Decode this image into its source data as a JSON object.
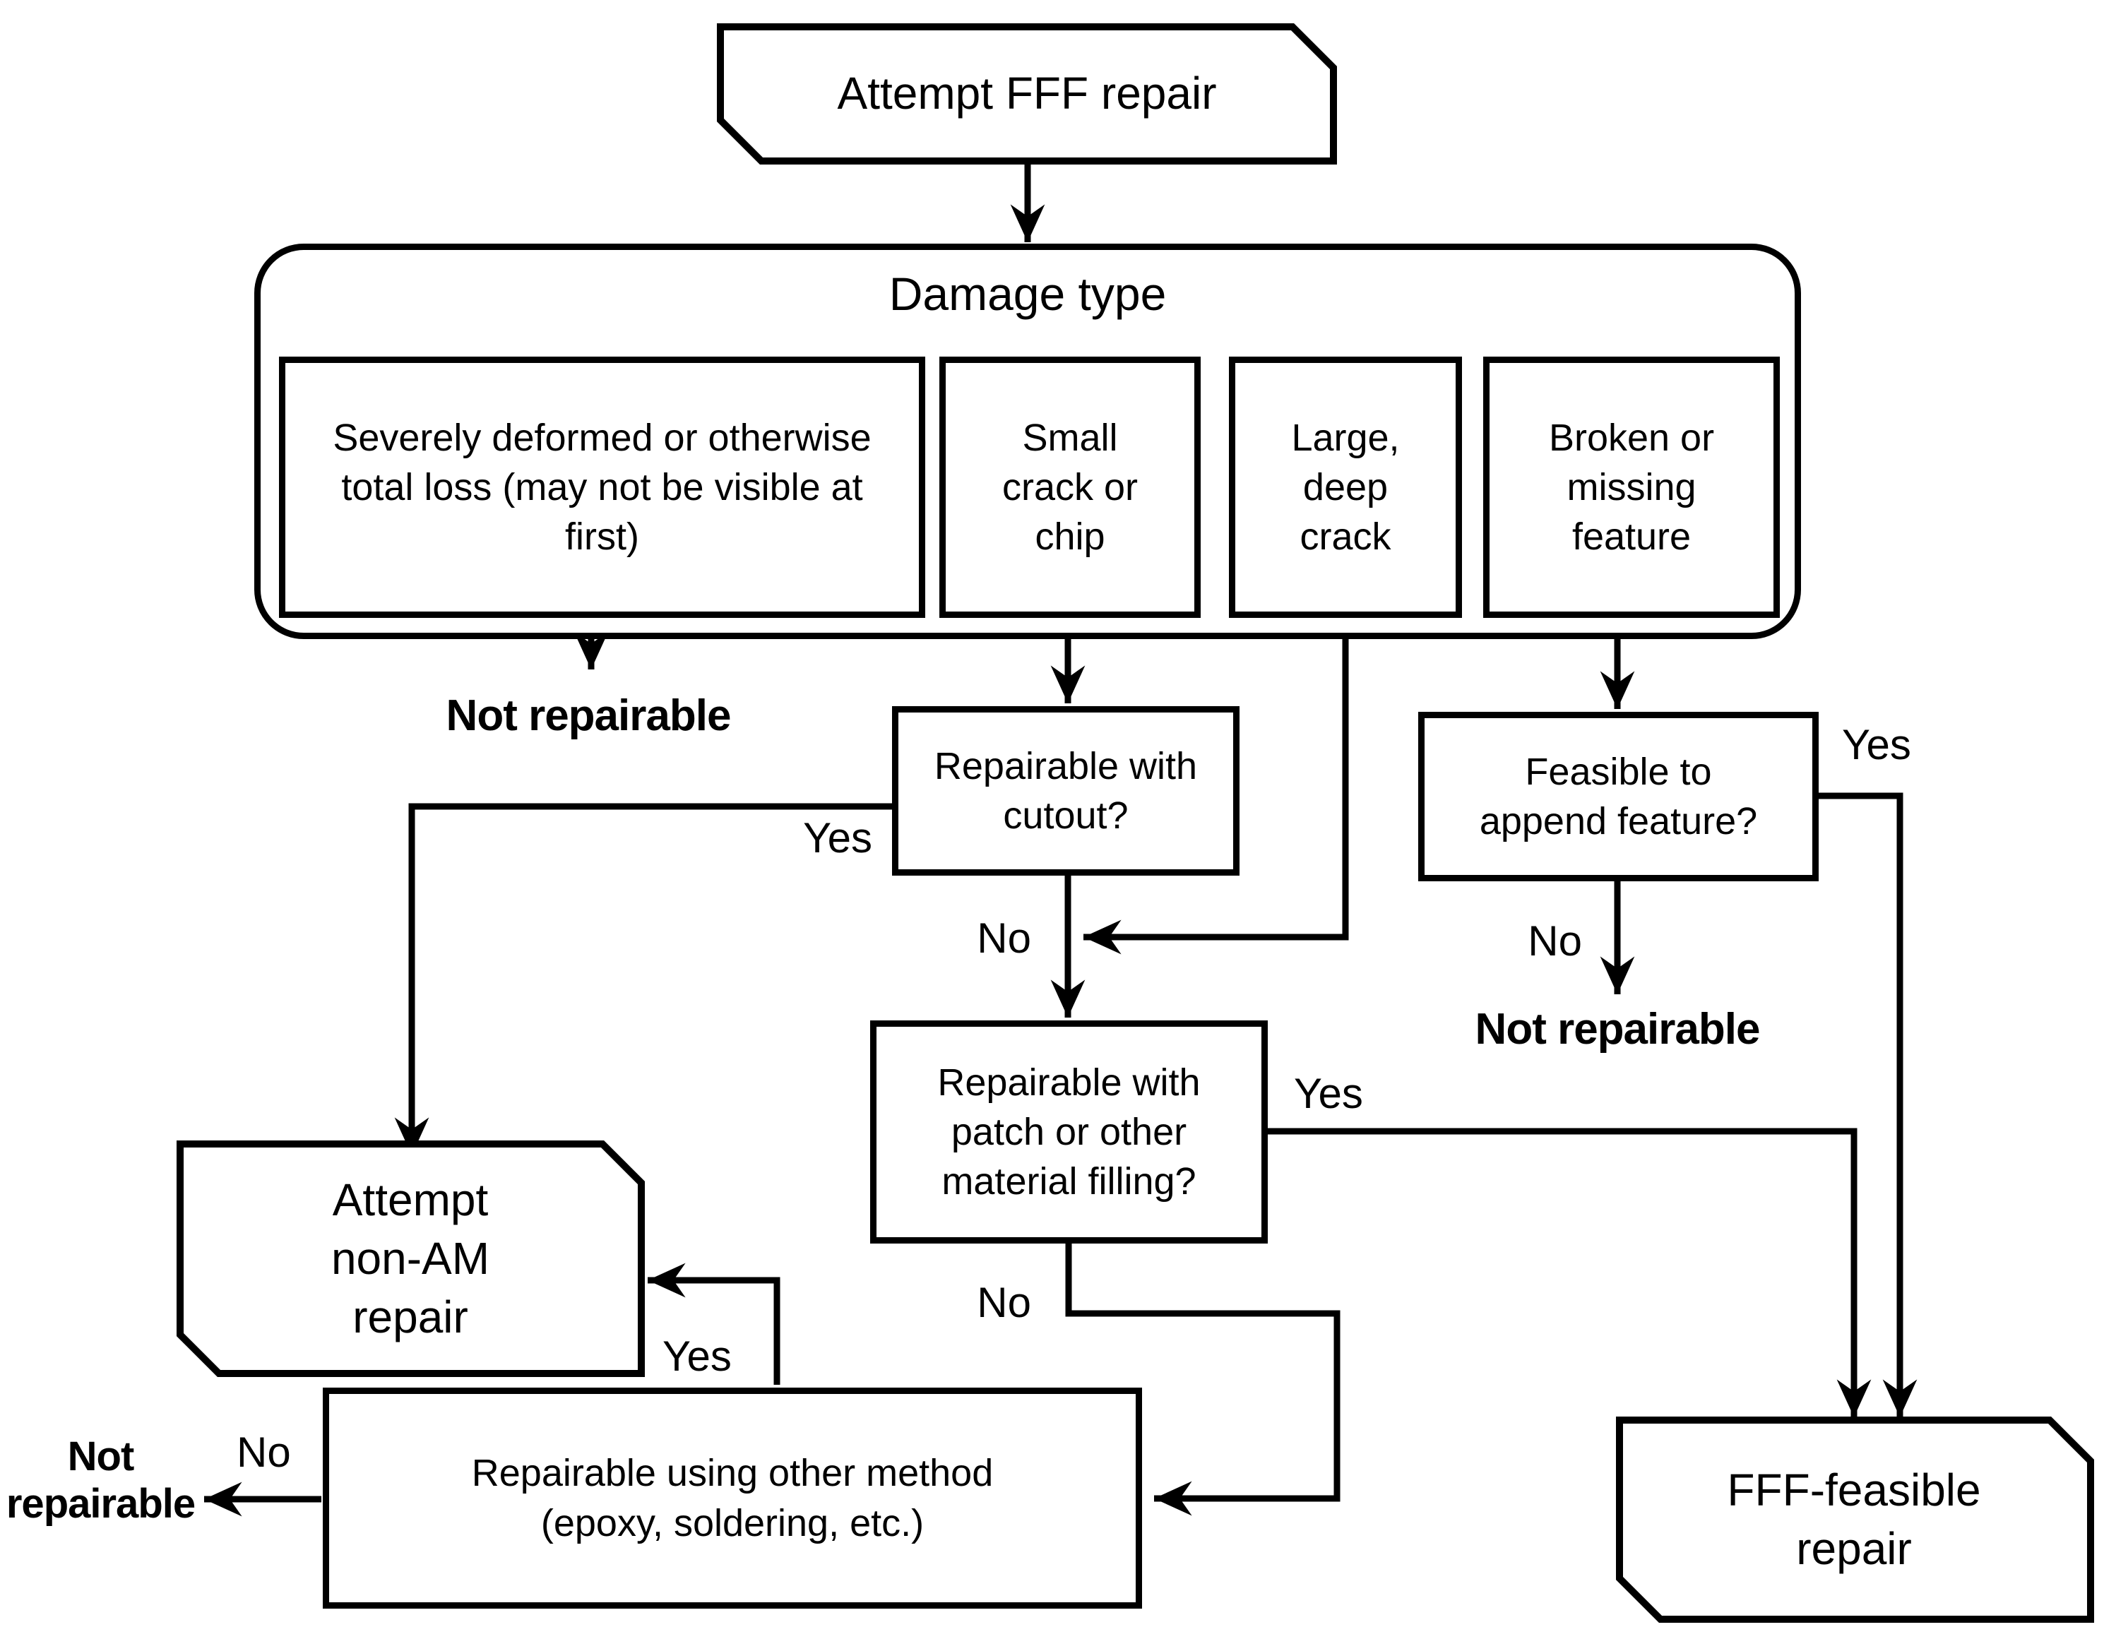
{
  "nodes": {
    "start": {
      "label": "Attempt FFF repair"
    },
    "damage_group": {
      "title": "Damage type"
    },
    "damage_types": [
      {
        "label": "Severely deformed or otherwise total loss (may not be visible at first)"
      },
      {
        "label": "Small crack or chip"
      },
      {
        "label": "Large, deep crack"
      },
      {
        "label": "Broken or missing feature"
      }
    ],
    "cutout": {
      "label": "Repairable with cutout?"
    },
    "append_feature": {
      "label": "Feasible to append feature?"
    },
    "patch": {
      "label": "Repairable with patch or other material filling?"
    },
    "other_method": {
      "label": "Repairable using other method (epoxy, soldering, etc.)"
    },
    "non_am": {
      "label": "Attempt non-AM repair"
    },
    "fff_feasible": {
      "label": "FFF-feasible repair"
    }
  },
  "outcomes": {
    "not_repairable_deformed": "Not repairable",
    "not_repairable_append": "Not repairable",
    "not_repairable_other": "Not repairable"
  },
  "edge_labels": {
    "cutout_yes": "Yes",
    "cutout_no": "No",
    "append_yes": "Yes",
    "append_no": "No",
    "patch_yes": "Yes",
    "patch_no": "No",
    "other_yes": "Yes",
    "other_no": "No"
  },
  "colors": {
    "line": "#000000",
    "background": "#ffffff"
  }
}
